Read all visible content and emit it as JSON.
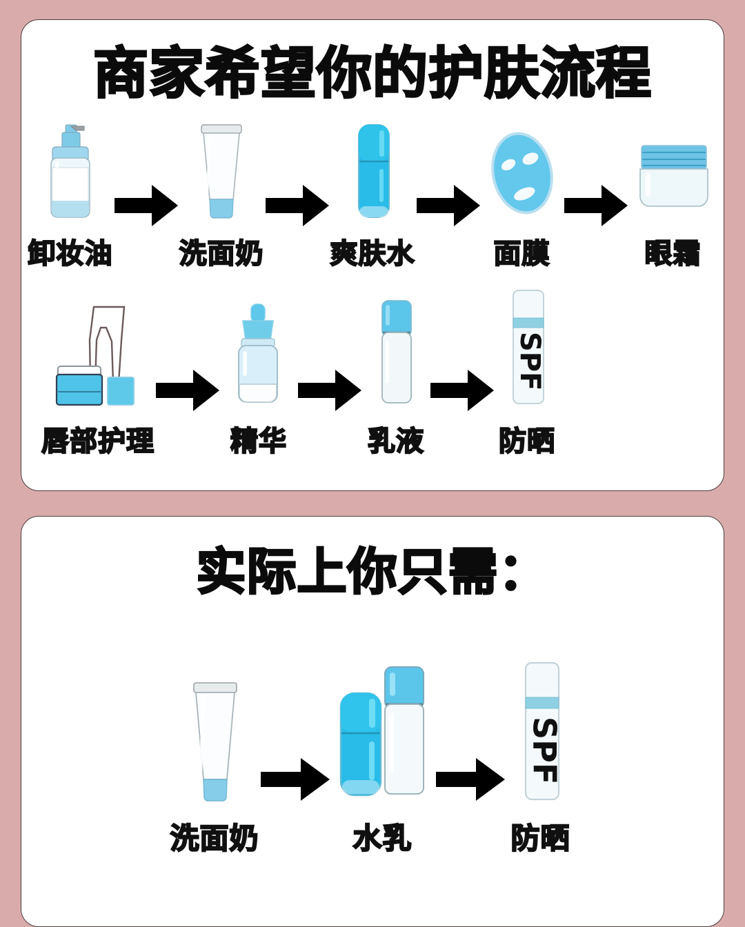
{
  "theme": {
    "background": "#d9acab",
    "card_background": "#ffffff",
    "card_border": "#4a3c3c",
    "text_color": "#0b0b0b",
    "accent_cyan": "#2fc0e8",
    "accent_light_blue": "#a8dcf0",
    "accent_pale": "#eaf6fb"
  },
  "cards": [
    {
      "id": "merchant-routine",
      "headline": "商家希望你的护肤流程",
      "rows": [
        {
          "id": "row-1",
          "steps": [
            {
              "label": "卸妆油",
              "icon": "pump-bottle-icon"
            },
            {
              "label": "洗面奶",
              "icon": "tube-icon"
            },
            {
              "label": "爽肤水",
              "icon": "toner-bottle-icon"
            },
            {
              "label": "面膜",
              "icon": "sheet-mask-icon"
            },
            {
              "label": "眼霜",
              "icon": "jar-icon"
            }
          ]
        },
        {
          "id": "row-2",
          "steps": [
            {
              "label": "唇部护理",
              "icon": "lip-care-icon"
            },
            {
              "label": "精华",
              "icon": "dropper-bottle-icon"
            },
            {
              "label": "乳液",
              "icon": "lotion-bottle-icon"
            },
            {
              "label": "防晒",
              "icon": "spf-tube-icon",
              "icon_text": "SPF"
            }
          ]
        }
      ]
    },
    {
      "id": "actual-routine",
      "headline": "实际上你只需：",
      "rows": [
        {
          "id": "row-3",
          "steps": [
            {
              "label": "洗面奶",
              "icon": "tube-icon"
            },
            {
              "label": "水乳",
              "icon": "toner-and-lotion-icon"
            },
            {
              "label": "防晒",
              "icon": "spf-tube-icon",
              "icon_text": "SPF"
            }
          ]
        }
      ]
    }
  ],
  "arrow": {
    "name": "right-arrow-icon",
    "color": "#000000"
  }
}
